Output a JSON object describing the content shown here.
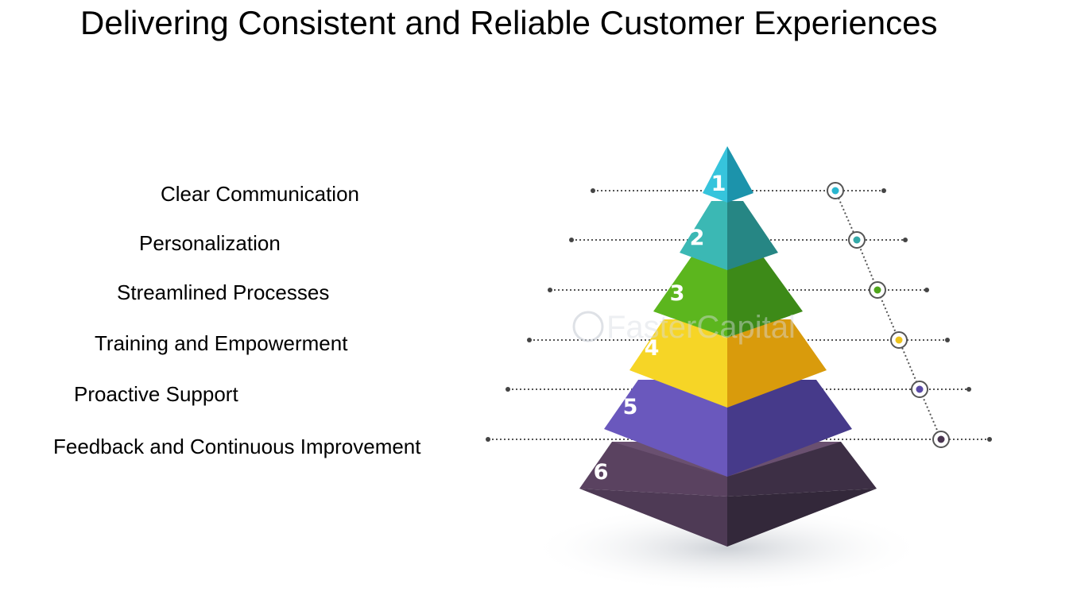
{
  "title": "Delivering Consistent and Reliable Customer Experiences",
  "levels": [
    {
      "number": "1",
      "label": "Clear Communication",
      "color": "#29b6cf"
    },
    {
      "number": "2",
      "label": "Personalization",
      "color": "#34a9a8"
    },
    {
      "number": "3",
      "label": "Streamlined Processes",
      "color": "#4fa51b"
    },
    {
      "number": "4",
      "label": "Training and Empowerment",
      "color": "#ecc21c"
    },
    {
      "number": "5",
      "label": "Proactive Support",
      "color": "#5a4aa6"
    },
    {
      "number": "6",
      "label": "Feedback and Continuous Improvement",
      "color": "#4a3550"
    }
  ],
  "watermark": "FasterCapital"
}
